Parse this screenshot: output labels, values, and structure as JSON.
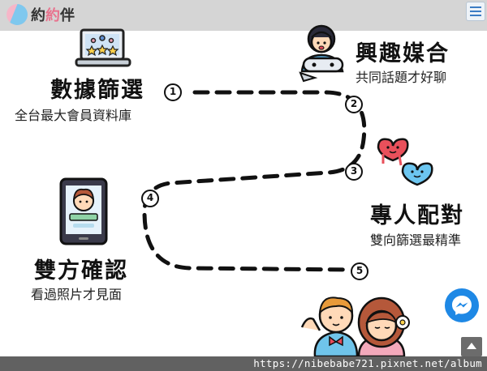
{
  "header": {
    "logo_char1": "約",
    "logo_char2": "約",
    "logo_char3": "伴",
    "menu_icon": "hamburger-icon"
  },
  "steps": [
    {
      "number": "1",
      "title": "數據篩選",
      "subtitle": "全台最大會員資料庫",
      "icon": "laptop-rating-icon"
    },
    {
      "number": "2",
      "title": "興趣媒合",
      "subtitle": "共同話題才好聊",
      "icon": "gamer-person-icon"
    },
    {
      "number": "3",
      "title": "專人配對",
      "subtitle": "雙向篩選最精準",
      "icon": "hearts-icon"
    },
    {
      "number": "4",
      "title": "雙方確認",
      "subtitle": "看過照片才見面",
      "icon": "phone-profile-icon"
    },
    {
      "number": "5",
      "title": "",
      "subtitle": "",
      "icon": "couple-icon"
    }
  ],
  "watermark": "https://nibebabe721.pixnet.net/album",
  "colors": {
    "topbar": "#d5d5d5",
    "accent_pink": "#e8738e",
    "accent_blue": "#7fc8ee",
    "messenger": "#1e88e5",
    "heart_red": "#e8505b",
    "heart_blue": "#6cc6f0"
  },
  "widgets": {
    "messenger_icon": "messenger-icon",
    "scroll_top_icon": "chevron-up-icon"
  }
}
